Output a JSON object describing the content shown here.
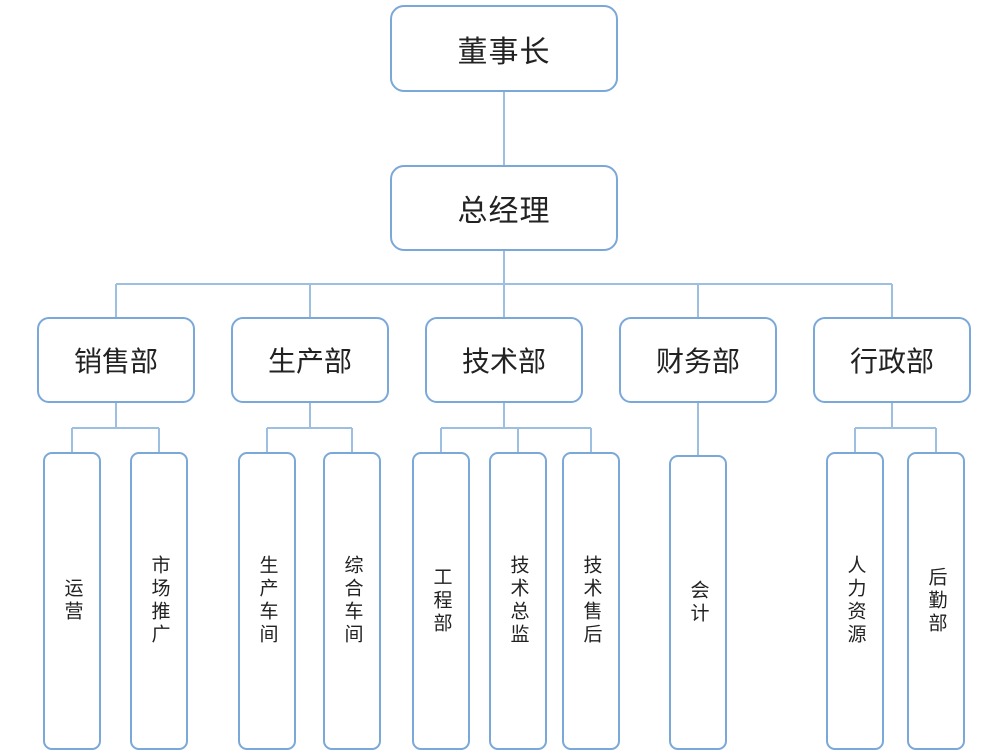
{
  "org": {
    "chairman": "董事长",
    "gm": "总经理",
    "departments": [
      {
        "name": "销售部",
        "units": [
          "运营",
          "市场推广"
        ]
      },
      {
        "name": "生产部",
        "units": [
          "生产车间",
          "综合车间"
        ]
      },
      {
        "name": "技术部",
        "units": [
          "工程部",
          "技术总监",
          "技术售后"
        ]
      },
      {
        "name": "财务部",
        "units": [
          "会计"
        ]
      },
      {
        "name": "行政部",
        "units": [
          "人力资源",
          "后勤部"
        ]
      }
    ]
  },
  "colors": {
    "border": "#7aa8d8",
    "line": "#9cbfe2",
    "text": "#222222"
  }
}
